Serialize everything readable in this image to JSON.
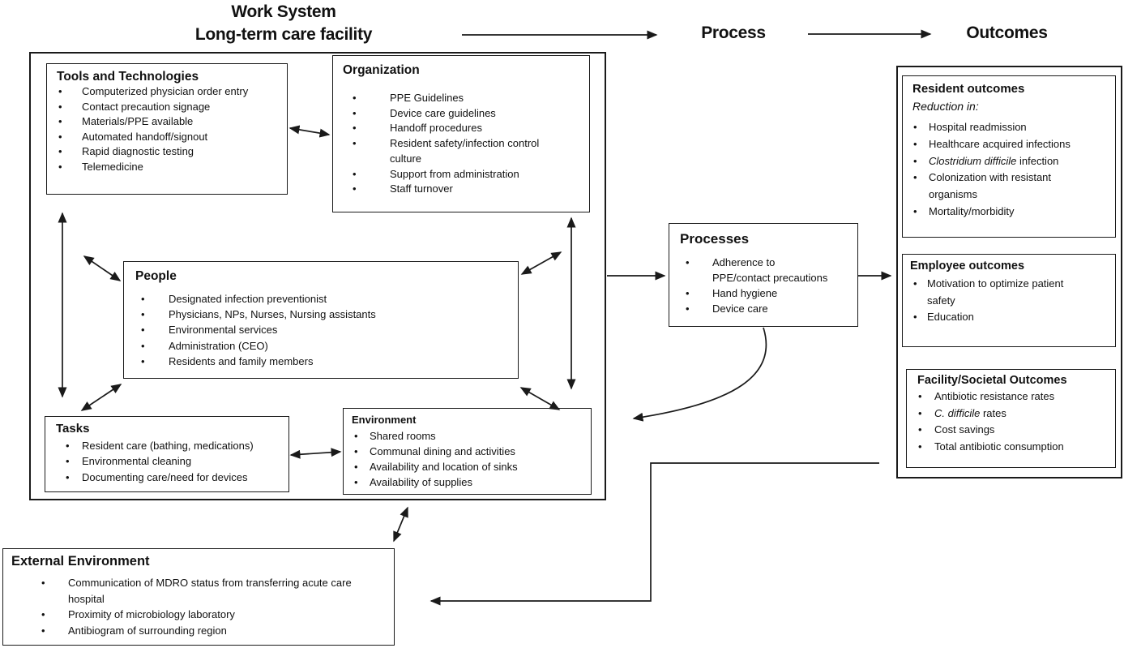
{
  "header": {
    "work_system_line1": "Work System",
    "work_system_line2": "Long-term care facility",
    "process": "Process",
    "outcomes": "Outcomes"
  },
  "colors": {
    "line": "#1a1a1a",
    "background": "#ffffff"
  },
  "work_system": {
    "tools": {
      "title": "Tools and Technologies",
      "items": [
        "Computerized physician order entry",
        "Contact precaution signage",
        "Materials/PPE available",
        "Automated handoff/signout",
        "Rapid diagnostic testing",
        "Telemedicine"
      ]
    },
    "organization": {
      "title": "Organization",
      "items": [
        "PPE Guidelines",
        "Device care guidelines",
        "Handoff procedures",
        "Resident safety/infection control\nculture",
        "Support from administration",
        "Staff turnover"
      ]
    },
    "people": {
      "title": "People",
      "items": [
        "Designated infection preventionist",
        "Physicians, NPs, Nurses, Nursing assistants",
        "Environmental services",
        "Administration (CEO)",
        "Residents and family members"
      ]
    },
    "tasks": {
      "title": "Tasks",
      "items": [
        "Resident care (bathing, medications)",
        "Environmental cleaning",
        "Documenting care/need for devices"
      ]
    },
    "environment": {
      "title": "Environment",
      "items": [
        "Shared rooms",
        "Communal dining and activities",
        "Availability and location of sinks",
        "Availability of supplies"
      ]
    }
  },
  "processes": {
    "title": "Processes",
    "items": [
      "Adherence to\nPPE/contact precautions",
      "Hand hygiene",
      "Device care"
    ]
  },
  "outcomes": {
    "resident": {
      "title": "Resident outcomes",
      "subtitle": "Reduction in:",
      "items": [
        "Hospital readmission",
        "Healthcare acquired infections",
        {
          "em": "Clostridium difficile",
          "rest": " infection"
        },
        "Colonization with resistant\norganisms",
        "Mortality/morbidity"
      ]
    },
    "employee": {
      "title": "Employee outcomes",
      "items": [
        "Motivation to optimize patient\nsafety",
        "Education"
      ]
    },
    "facility": {
      "title": "Facility/Societal Outcomes",
      "items": [
        "Antibiotic resistance rates",
        {
          "em": "C. difficile",
          "rest": " rates"
        },
        "Cost savings",
        "Total antibiotic consumption"
      ]
    }
  },
  "external_environment": {
    "title": "External Environment",
    "items": [
      "Communication of MDRO status from transferring acute care\nhospital",
      "Proximity of microbiology laboratory",
      "Antibiogram of surrounding region"
    ]
  }
}
